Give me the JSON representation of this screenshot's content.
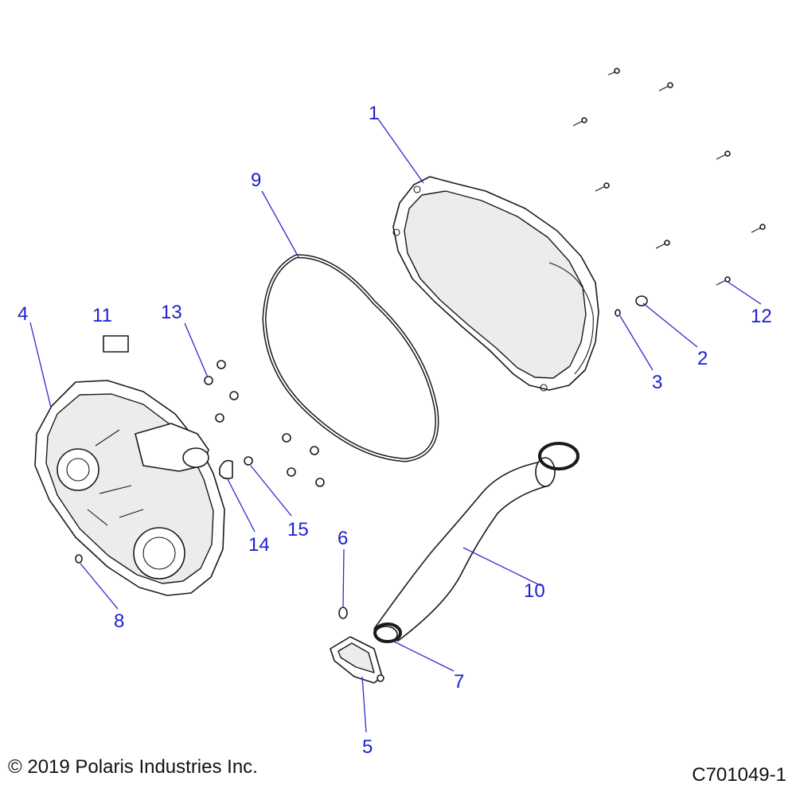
{
  "callouts": [
    {
      "id": "1",
      "label": "1"
    },
    {
      "id": "2",
      "label": "2"
    },
    {
      "id": "3",
      "label": "3"
    },
    {
      "id": "4",
      "label": "4"
    },
    {
      "id": "5",
      "label": "5"
    },
    {
      "id": "6",
      "label": "6"
    },
    {
      "id": "7",
      "label": "7"
    },
    {
      "id": "8",
      "label": "8"
    },
    {
      "id": "9",
      "label": "9"
    },
    {
      "id": "10",
      "label": "10"
    },
    {
      "id": "11",
      "label": "11"
    },
    {
      "id": "12",
      "label": "12"
    },
    {
      "id": "13",
      "label": "13"
    },
    {
      "id": "14",
      "label": "14"
    },
    {
      "id": "15",
      "label": "15"
    }
  ],
  "footer": {
    "copyright": "© 2019 Polaris Industries Inc.",
    "figure_id": "C701049-1"
  },
  "colors": {
    "callout": "#1e1ecf",
    "linework": "#1a1a1a"
  }
}
